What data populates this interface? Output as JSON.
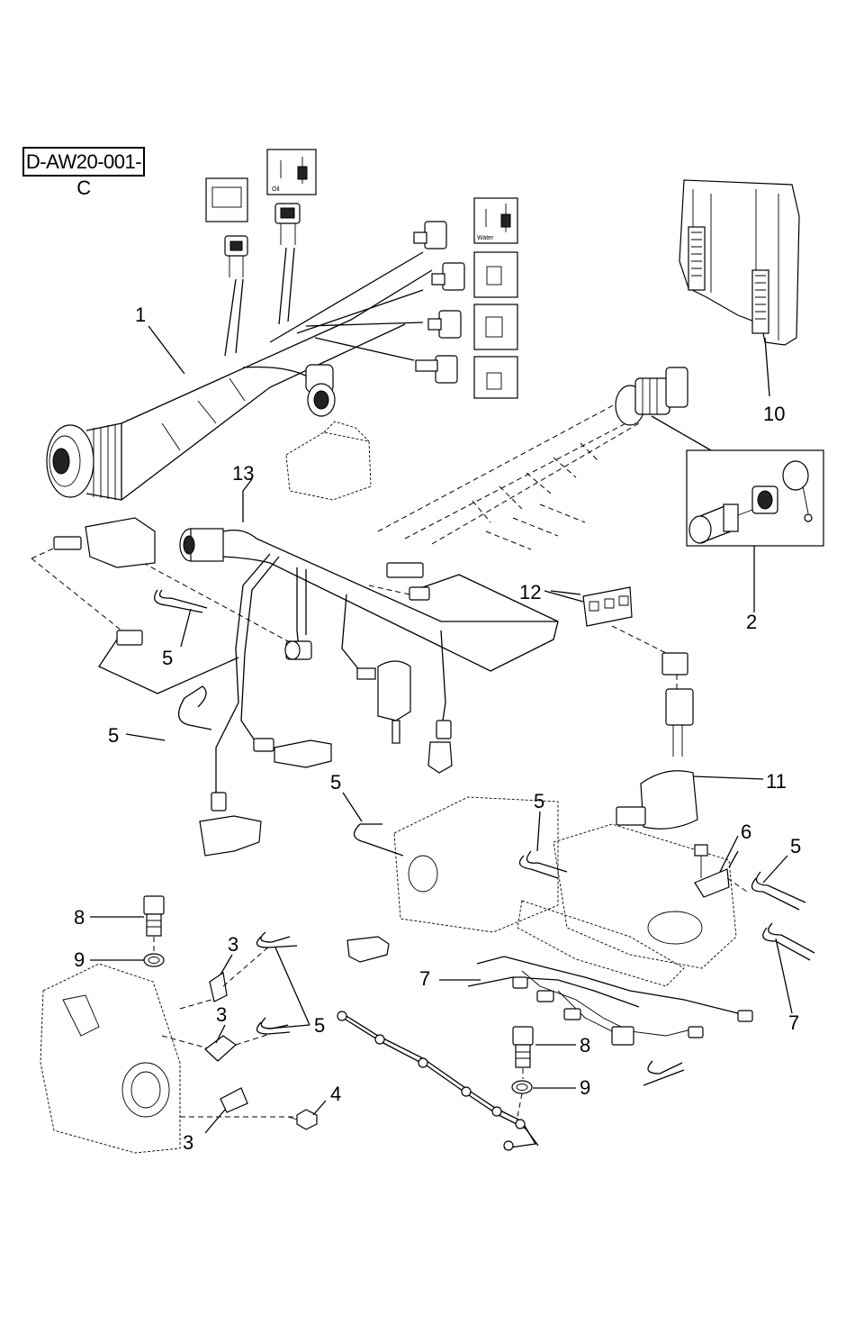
{
  "drawing_ref": "D-AW20-001-C",
  "callouts": {
    "c1": "1",
    "c2": "2",
    "c3a": "3",
    "c3b": "3",
    "c3c": "3",
    "c4": "4",
    "c5a": "5",
    "c5b": "5",
    "c5c": "5",
    "c5d": "5",
    "c5e": "5",
    "c5f": "5",
    "c6": "6",
    "c7a": "7",
    "c7b": "7",
    "c8a": "8",
    "c8b": "8",
    "c9a": "9",
    "c9b": "9",
    "c10": "10",
    "c11": "11",
    "c12": "12",
    "c13": "13"
  },
  "inset_labels": {
    "oil": "Oil",
    "water": "Water"
  },
  "icons": [
    "harness-connector-icon",
    "sensor-icon",
    "clip-icon",
    "bracket-icon",
    "bolt-icon",
    "seal-ring-icon",
    "ecu-icon"
  ]
}
